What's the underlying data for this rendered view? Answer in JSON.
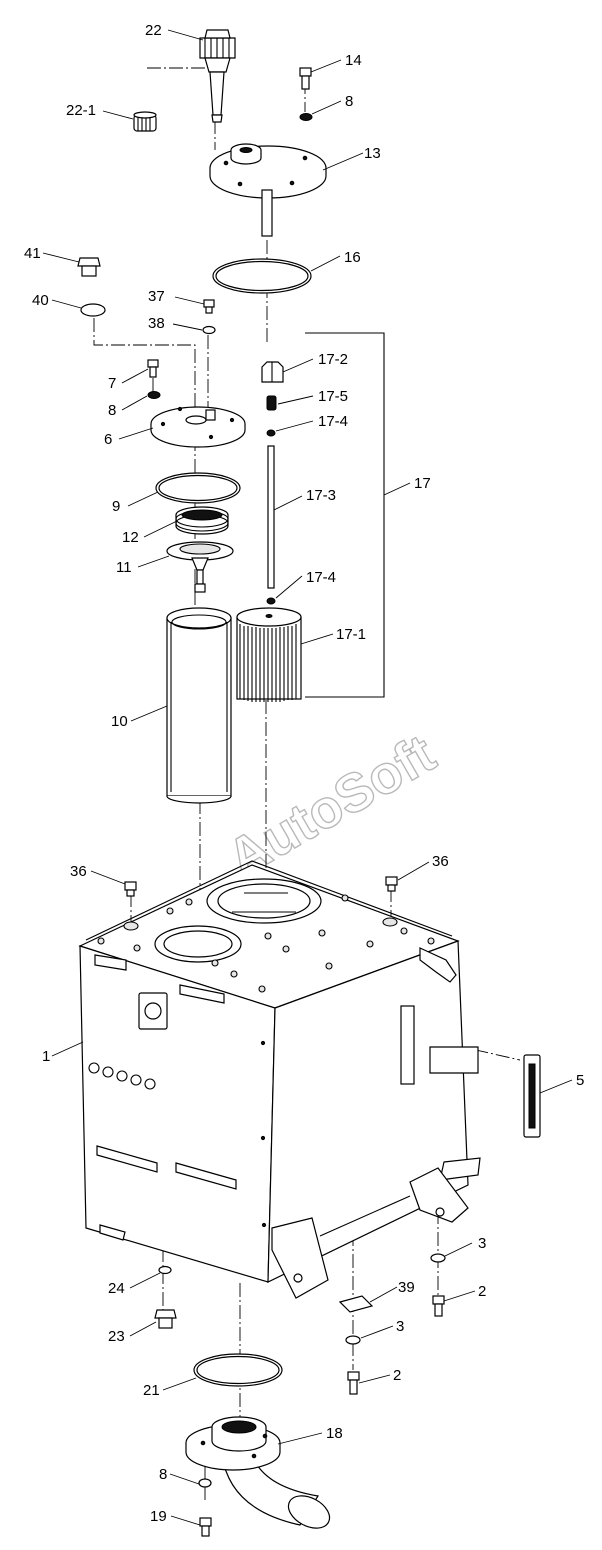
{
  "watermark": "AutoSoft",
  "labels": [
    {
      "id": "22",
      "text": "22"
    },
    {
      "id": "22-1",
      "text": "22-1"
    },
    {
      "id": "14",
      "text": "14"
    },
    {
      "id": "8a",
      "text": "8"
    },
    {
      "id": "13",
      "text": "13"
    },
    {
      "id": "16",
      "text": "16"
    },
    {
      "id": "41",
      "text": "41"
    },
    {
      "id": "40",
      "text": "40"
    },
    {
      "id": "37",
      "text": "37"
    },
    {
      "id": "38",
      "text": "38"
    },
    {
      "id": "17-2",
      "text": "17-2"
    },
    {
      "id": "7",
      "text": "7"
    },
    {
      "id": "17-5",
      "text": "17-5"
    },
    {
      "id": "8b",
      "text": "8"
    },
    {
      "id": "17-4a",
      "text": "17-4"
    },
    {
      "id": "6",
      "text": "6"
    },
    {
      "id": "17",
      "text": "17"
    },
    {
      "id": "9",
      "text": "9"
    },
    {
      "id": "17-3",
      "text": "17-3"
    },
    {
      "id": "12",
      "text": "12"
    },
    {
      "id": "11",
      "text": "11"
    },
    {
      "id": "17-4b",
      "text": "17-4"
    },
    {
      "id": "17-1",
      "text": "17-1"
    },
    {
      "id": "10",
      "text": "10"
    },
    {
      "id": "36a",
      "text": "36"
    },
    {
      "id": "36b",
      "text": "36"
    },
    {
      "id": "1",
      "text": "1"
    },
    {
      "id": "5",
      "text": "5"
    },
    {
      "id": "3a",
      "text": "3"
    },
    {
      "id": "2a",
      "text": "2"
    },
    {
      "id": "24",
      "text": "24"
    },
    {
      "id": "39",
      "text": "39"
    },
    {
      "id": "3b",
      "text": "3"
    },
    {
      "id": "23",
      "text": "23"
    },
    {
      "id": "2b",
      "text": "2"
    },
    {
      "id": "21",
      "text": "21"
    },
    {
      "id": "18",
      "text": "18"
    },
    {
      "id": "8c",
      "text": "8"
    },
    {
      "id": "19",
      "text": "19"
    }
  ]
}
